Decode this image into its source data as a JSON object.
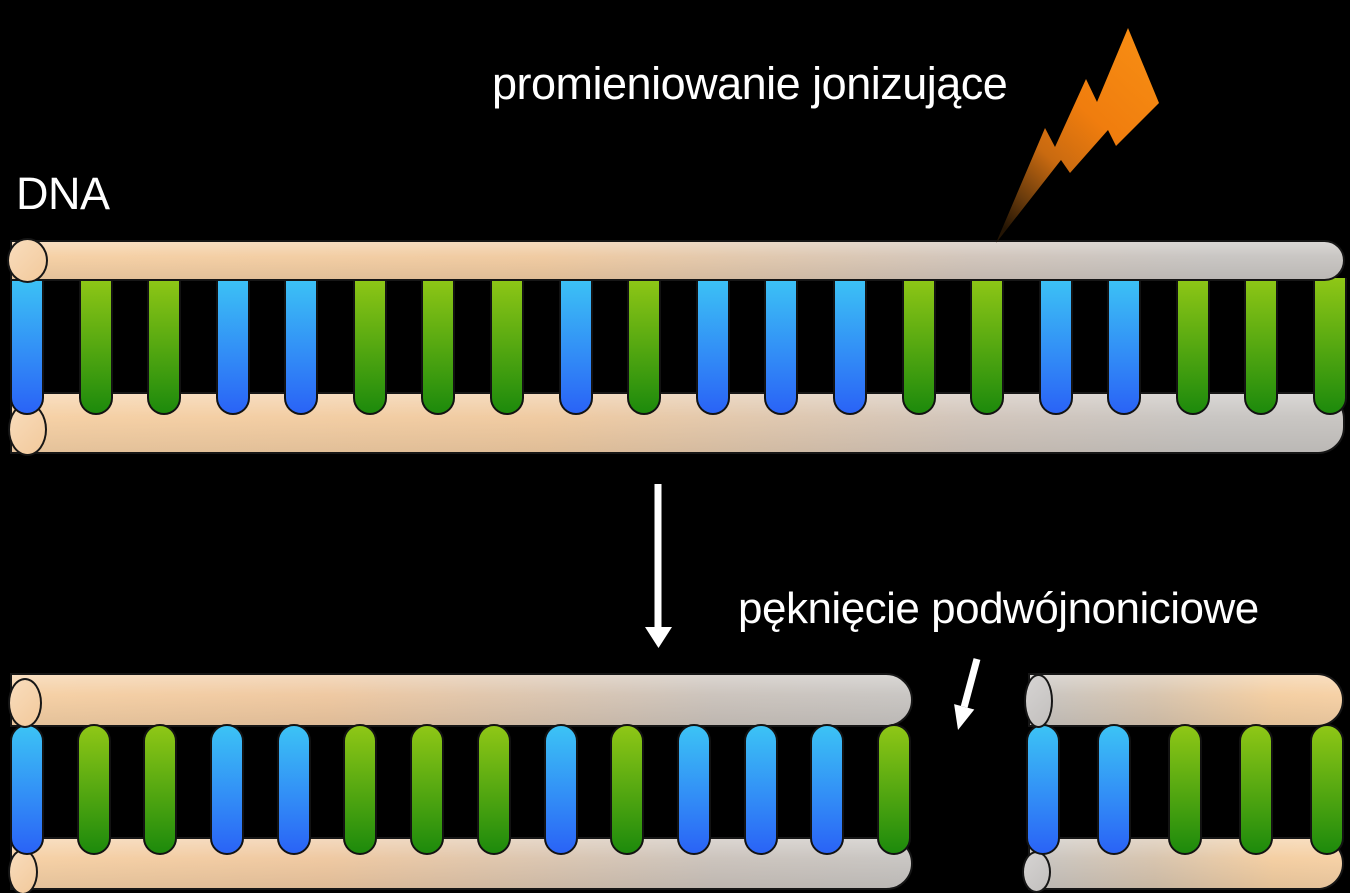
{
  "labels": {
    "radiation": "promieniowanie jonizujące",
    "dna": "DNA",
    "double_strand_break": "pęknięcie podwójnoniciowe"
  },
  "icons": {
    "lightning": "lightning-bolt-icon",
    "down_arrow": "down-arrow-icon",
    "break_pointer": "break-pointer-arrow-icon"
  },
  "colors": {
    "background": "#000000",
    "backbone_peach": "#f6d1a6",
    "backbone_gray": "#c9c6c3",
    "base_blue_top": "#3cc3f5",
    "base_blue_bottom": "#2a63f6",
    "base_green_top": "#8fc716",
    "base_green_bottom": "#1d8a0c",
    "bolt_orange": "#f5820e",
    "bolt_dark": "#241504",
    "text": "#ffffff",
    "arrow": "#ffffff"
  },
  "dna_intact": {
    "bases": [
      "blue",
      "green",
      "green",
      "blue",
      "blue",
      "green",
      "green",
      "green",
      "blue",
      "green",
      "blue",
      "blue",
      "blue",
      "green",
      "green",
      "blue",
      "blue",
      "green",
      "green",
      "green"
    ]
  },
  "dna_fragment_left": {
    "bases": [
      "blue",
      "green",
      "green",
      "blue",
      "blue",
      "green",
      "green",
      "green",
      "blue",
      "green",
      "blue",
      "blue",
      "blue",
      "green"
    ]
  },
  "dna_fragment_right": {
    "bases": [
      "blue",
      "blue",
      "green",
      "green",
      "green"
    ]
  }
}
